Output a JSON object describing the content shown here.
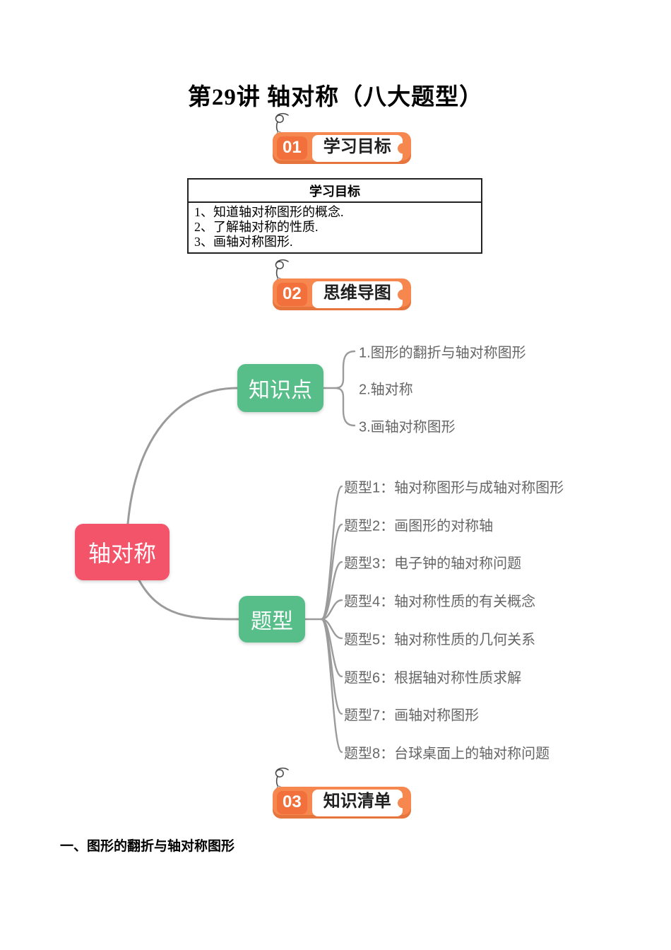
{
  "page": {
    "title": "第29讲 轴对称（八大题型）",
    "footer_heading": "一、图形的翻折与轴对称图形"
  },
  "badges": [
    {
      "num": "01",
      "label": "学习目标"
    },
    {
      "num": "02",
      "label": "思维导图"
    },
    {
      "num": "03",
      "label": "知识清单"
    }
  ],
  "goals_table": {
    "header": "学习目标",
    "items": [
      "1、知道轴对称图形的概念.",
      "2、了解轴对称的性质.",
      "3、画轴对称图形."
    ]
  },
  "mindmap": {
    "root": "轴对称",
    "branches": [
      {
        "label": "知识点",
        "items": [
          "1.图形的翻折与轴对称图形",
          "2.轴对称",
          "3.画轴对称图形"
        ]
      },
      {
        "label": "题型",
        "items": [
          "题型1：轴对称图形与成轴对称图形",
          "题型2：画图形的对称轴",
          "题型3：电子钟的轴对称问题",
          "题型4：轴对称性质的有关概念",
          "题型5：轴对称性质的几何关系",
          "题型6：根据轴对称性质求解",
          "题型7：画轴对称图形",
          "题型8：台球桌面上的轴对称问题"
        ]
      }
    ]
  },
  "colors": {
    "badge_pill": "#f6874e",
    "badge_num_bg": "#f2703c",
    "root_node": "#f4546a",
    "branch_node": "#57be8a",
    "connector_line": "#9b9b9b",
    "item_text": "#666666"
  }
}
